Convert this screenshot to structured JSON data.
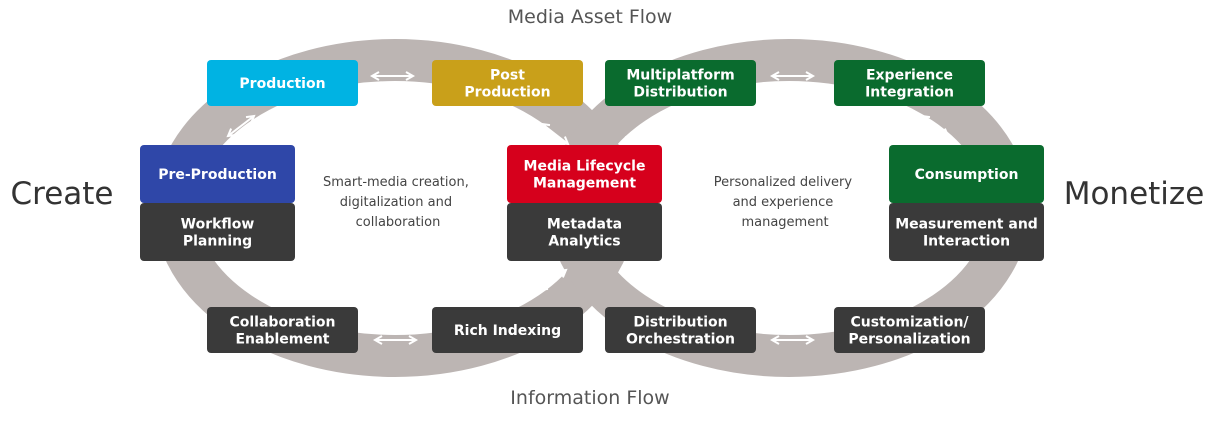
{
  "title": "Media Asset Flow",
  "bottom_label": "Information Flow",
  "left_label": "Create",
  "right_label": "Monetize",
  "left_note": [
    "Smart-media creation,",
    "digitalization and",
    "collaboration"
  ],
  "right_note": [
    "Personalized delivery",
    "and experience",
    "management"
  ],
  "colors": {
    "ring": "#bcb5b3",
    "dark": "#3a3a3a",
    "cyan": "#00b3e3",
    "gold": "#c9a01a",
    "green": "#0a6b2e",
    "red": "#d6001c",
    "blue": "#2f47a8"
  },
  "boxes": {
    "production": {
      "lines": [
        "Production"
      ],
      "color": "cyan"
    },
    "post_production": {
      "lines": [
        "Post",
        "Production"
      ],
      "color": "gold"
    },
    "multiplatform_distribution": {
      "lines": [
        "Multiplatform",
        "Distribution"
      ],
      "color": "green"
    },
    "experience_integration": {
      "lines": [
        "Experience",
        "Integration"
      ],
      "color": "green"
    },
    "pre_production": {
      "lines": [
        "Pre-Production"
      ],
      "color": "blue"
    },
    "workflow_planning": {
      "lines": [
        "Workflow",
        "Planning"
      ],
      "color": "dark"
    },
    "media_lifecycle_management": {
      "lines": [
        "Media Lifecycle",
        "Management"
      ],
      "color": "red"
    },
    "metadata_analytics": {
      "lines": [
        "Metadata",
        "Analytics"
      ],
      "color": "dark"
    },
    "consumption": {
      "lines": [
        "Consumption"
      ],
      "color": "green"
    },
    "measurement_interaction": {
      "lines": [
        "Measurement and",
        "Interaction"
      ],
      "color": "dark"
    },
    "collaboration_enablement": {
      "lines": [
        "Collaboration",
        "Enablement"
      ],
      "color": "dark"
    },
    "rich_indexing": {
      "lines": [
        "Rich Indexing"
      ],
      "color": "dark"
    },
    "distribution_orchestration": {
      "lines": [
        "Distribution",
        "Orchestration"
      ],
      "color": "dark"
    },
    "customization_personalization": {
      "lines": [
        "Customization/",
        "Personalization"
      ],
      "color": "dark"
    }
  }
}
